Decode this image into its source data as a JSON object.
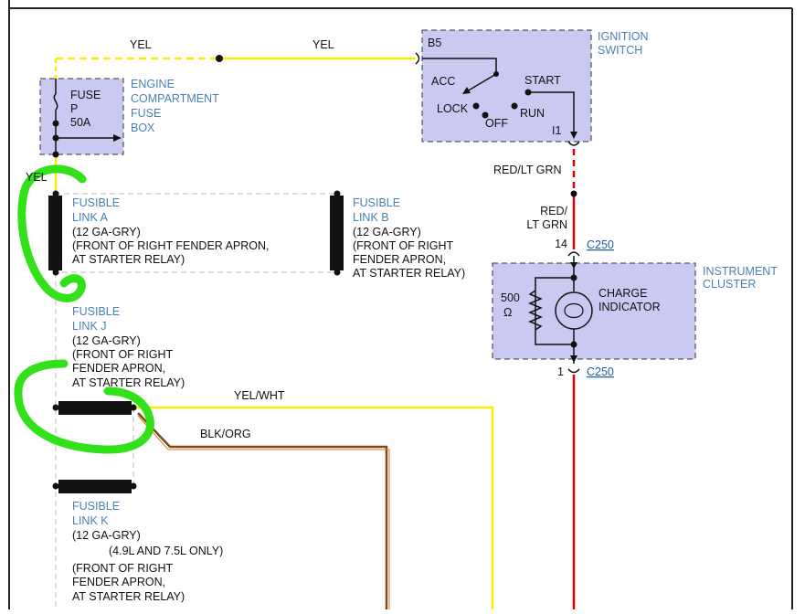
{
  "colors": {
    "yellow_wire": "#ffea00",
    "red_wire": "#e00000",
    "blk_org_wire": "#7a4a1c",
    "component_fill": "#c9c9f2",
    "label_blue": "#4a7fb5",
    "highlight_green": "#33e11b"
  },
  "wires": {
    "yel_top_left": "YEL",
    "yel_top_right": "YEL",
    "yel_fuse_out": "YEL",
    "red_lt_grn_top": "RED/LT GRN",
    "red_lt_grn_mid_1": "RED/",
    "red_lt_grn_mid_2": "LT GRN",
    "yel_wht": "YEL/WHT",
    "blk_org": "BLK/ORG"
  },
  "ignition": {
    "title_1": "IGNITION",
    "title_2": "SWITCH",
    "pin_in": "B5",
    "pin_out": "I1",
    "acc": "ACC",
    "lock": "LOCK",
    "off": "OFF",
    "run": "RUN",
    "start": "START"
  },
  "fuse_box": {
    "fuse_1": "FUSE",
    "fuse_2": "P",
    "fuse_3": "50A",
    "title_1": "ENGINE",
    "title_2": "COMPARTMENT",
    "title_3": "FUSE",
    "title_4": "BOX"
  },
  "fusible_a": {
    "line_1": "FUSIBLE",
    "line_2": "LINK A",
    "line_3": "(12 GA-GRY)",
    "line_4": "(FRONT OF RIGHT FENDER APRON,",
    "line_5": "AT STARTER RELAY)"
  },
  "fusible_b": {
    "line_1": "FUSIBLE",
    "line_2": "LINK B",
    "line_3": "(12 GA-GRY)",
    "line_4": "(FRONT OF RIGHT",
    "line_5": "FENDER APRON,",
    "line_6": "AT STARTER RELAY)"
  },
  "fusible_j": {
    "line_1": "FUSIBLE",
    "line_2": "LINK J",
    "line_3": "(12 GA-GRY)",
    "line_4": "(FRONT OF RIGHT",
    "line_5": "FENDER APRON,",
    "line_6": "AT STARTER RELAY)"
  },
  "fusible_k": {
    "line_1": "FUSIBLE",
    "line_2": "LINK K",
    "line_3": "(12 GA-GRY)",
    "line_4": "(4.9L AND 7.5L ONLY)",
    "line_5": "(FRONT OF RIGHT",
    "line_6": "FENDER APRON,",
    "line_7": "AT STARTER RELAY)"
  },
  "cluster": {
    "pin_top": "14",
    "pin_bottom": "1",
    "connector_top": "C250",
    "connector_bottom": "C250",
    "resistor": "500",
    "ohm": "Ω",
    "indicator_1": "CHARGE",
    "indicator_2": "INDICATOR",
    "title_1": "INSTRUMENT",
    "title_2": "CLUSTER"
  }
}
